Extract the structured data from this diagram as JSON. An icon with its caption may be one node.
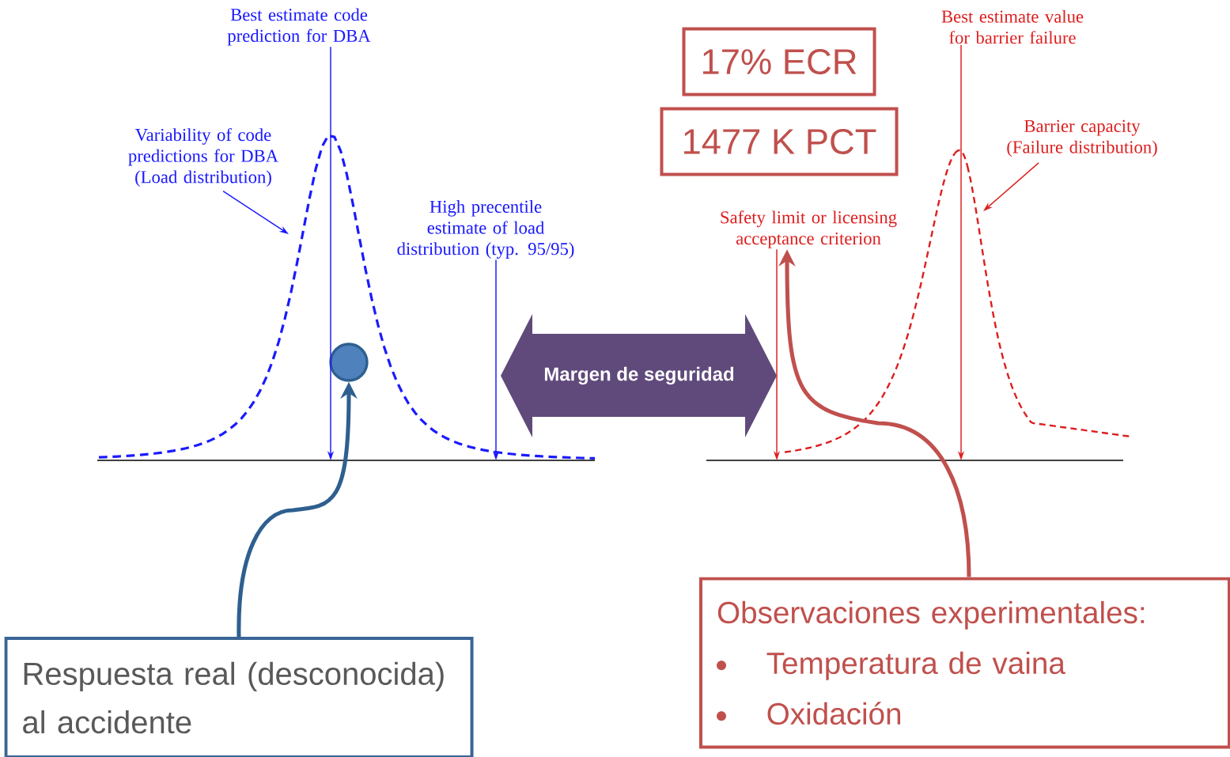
{
  "diagram": {
    "nodes": [
      {
        "text": [
          "Best estimate code prediction for DBA"
        ]
      },
      {
        "text": [
          "Variability of code predictions for DBA (Load distribution)"
        ]
      },
      {
        "text": [
          "High precentile estimate of load distribution (typ. 95/95)"
        ]
      },
      {
        "text": [
          "17% ECR"
        ]
      },
      {
        "text": [
          "1477 K PCT"
        ]
      },
      {
        "text": [
          "Safety limit or licensing acceptance criterion"
        ]
      },
      {
        "text": [
          "Best estimate value for barrier failure"
        ]
      },
      {
        "text": [
          "Barrier capacity (Failure distribution)"
        ]
      },
      {
        "text": [
          "Margen de seguridad"
        ]
      },
      {
        "text": [],
        "shape": "circle"
      },
      {
        "text": [
          "Respuesta real (desconocida) al accidente"
        ]
      },
      {
        "text": [
          "Observaciones experimentales:",
          "Temperatura de vaina",
          "Oxidación"
        ]
      }
    ],
    "edges": [
      {
        "from": 0,
        "to": null,
        "arrow": "to",
        "color": "#1a1aff"
      },
      {
        "from": 1,
        "to": null,
        "arrow": "to",
        "color": "#1a1aff"
      },
      {
        "from": 2,
        "to": null,
        "arrow": "to",
        "color": "#1a1aff"
      },
      {
        "from": 5,
        "to": null,
        "arrow": "to",
        "color": "#dd1f1f"
      },
      {
        "from": 6,
        "to": null,
        "arrow": "to",
        "color": "#dd1f1f"
      },
      {
        "from": 7,
        "to": null,
        "arrow": "to",
        "color": "#dd1f1f"
      },
      {
        "from": 10,
        "to": 9,
        "arrow": "to",
        "style": "thick",
        "color": "#2e5f8f"
      },
      {
        "from": 11,
        "to": 5,
        "arrow": "to",
        "style": "thick",
        "color": "#c0504d"
      }
    ]
  }
}
